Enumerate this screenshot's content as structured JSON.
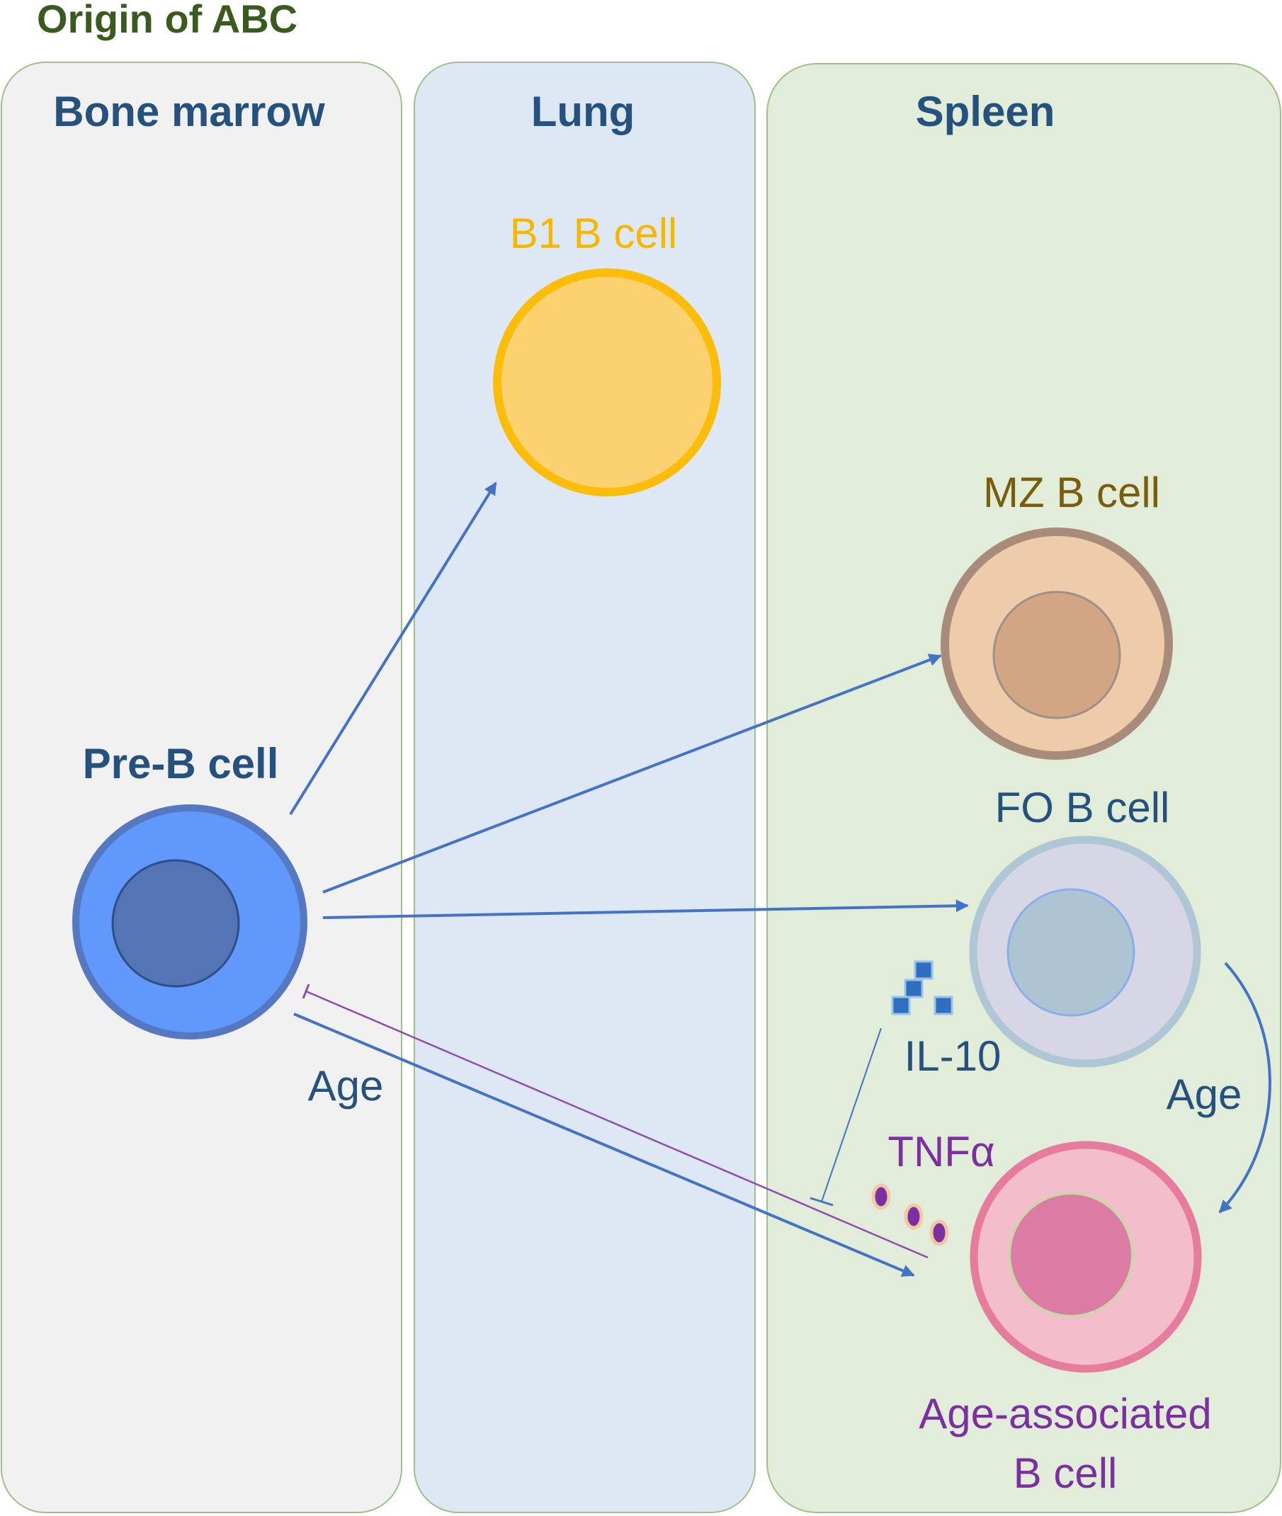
{
  "title": "Origin of ABC",
  "panels": {
    "bone_marrow": "Bone marrow",
    "lung": "Lung",
    "spleen": "Spleen"
  },
  "cells": {
    "pre_b": "Pre-B cell",
    "b1": "B1 B cell",
    "mz": "MZ B cell",
    "fo": "FO B cell",
    "abc_line1": "Age-associated",
    "abc_line2": "B cell"
  },
  "factors": {
    "il10": "IL-10",
    "tnfa": "TNFα"
  },
  "labels": {
    "age_left": "Age",
    "age_right": "Age"
  },
  "colors": {
    "bone_marrow_bg": "#f1f1f1",
    "lung_bg": "#dee8f4",
    "spleen_bg": "#e1edd8",
    "arrow": "#4472c4",
    "inhibit": "#8e4db1",
    "b1_label": "#f5b800",
    "mz_label": "#7a5d0b",
    "fo_label": "#24517d",
    "abc_label": "#7b2fa0"
  }
}
